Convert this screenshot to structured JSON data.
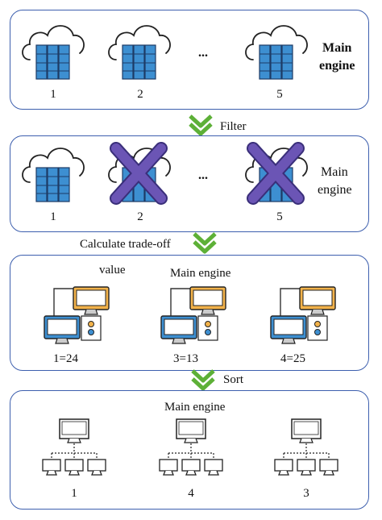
{
  "panel1": {
    "labels": [
      "1",
      "2",
      "5"
    ],
    "ellipsis": "...",
    "main_line1": "Main",
    "main_line2": "engine"
  },
  "step1": {
    "label": "Filter"
  },
  "panel2": {
    "labels": [
      "1",
      "2",
      "5"
    ],
    "ellipsis": "...",
    "main_line1": "Main",
    "main_line2": "engine"
  },
  "step2": {
    "label": "Calculate trade-off"
  },
  "panel3": {
    "value_label": "value",
    "title": "Main engine",
    "labels": [
      "1=24",
      "3=13",
      "4=25"
    ]
  },
  "step3": {
    "label": "Sort"
  },
  "panel4": {
    "title": "Main engine",
    "labels": [
      "1",
      "4",
      "3"
    ]
  },
  "colors": {
    "panel_border": "#3d5fae",
    "server_blue": "#3d8fd1",
    "cross_purple": "#6b55b5",
    "arrow_green": "#5db037",
    "monitor_orange": "#f2b24a",
    "monitor_blue": "#3d8fd1"
  }
}
